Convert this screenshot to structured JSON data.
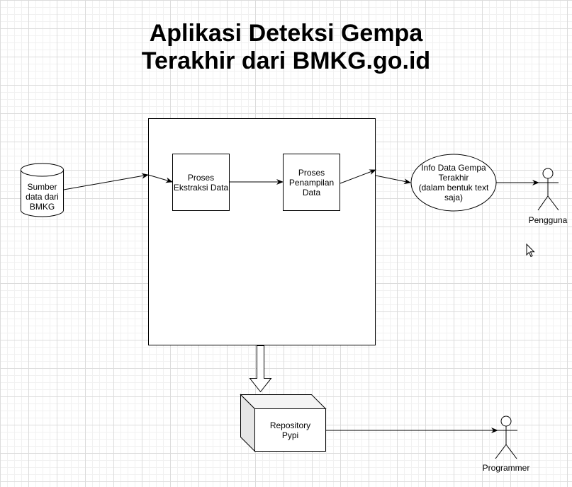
{
  "diagram": {
    "title": [
      "Aplikasi Deteksi Gempa",
      "Terakhir dari BMKG.go.id"
    ],
    "nodes": {
      "source": {
        "shape": "database-cylinder",
        "lines": [
          "Sumber",
          "data dari",
          "BMKG"
        ]
      },
      "extraction": {
        "shape": "rectangle",
        "lines": [
          "Proses",
          "Ekstraksi Data"
        ]
      },
      "display": {
        "shape": "rectangle",
        "lines": [
          "Proses",
          "Penampilan",
          "Data"
        ]
      },
      "output": {
        "shape": "ellipse",
        "lines": [
          "Info Data Gempa",
          "Terakhir",
          "(dalam bentuk text",
          "saja)"
        ]
      },
      "repository": {
        "shape": "3d-box",
        "lines": [
          "Repository",
          "Pypi"
        ]
      },
      "user": {
        "shape": "actor",
        "label": "Pengguna"
      },
      "programmer": {
        "shape": "actor",
        "label": "Programmer"
      }
    },
    "edges": [
      {
        "from": "source",
        "to": "application-boundary",
        "style": "arrow"
      },
      {
        "from": "extraction",
        "to": "display",
        "style": "arrow"
      },
      {
        "from": "display",
        "to": "application-boundary",
        "style": "arrow"
      },
      {
        "from": "application-boundary",
        "to": "output",
        "style": "arrow"
      },
      {
        "from": "output",
        "to": "user",
        "style": "arrow"
      },
      {
        "from": "application-boundary",
        "to": "repository",
        "style": "block-arrow"
      },
      {
        "from": "repository",
        "to": "programmer",
        "style": "arrow"
      }
    ],
    "colors": {
      "stroke": "#000000",
      "background": "#ffffff",
      "grid": "#dcdcdc",
      "box_side": "#e6e6e6"
    }
  },
  "ui": {
    "cursor_icon": "mouse-pointer-icon"
  }
}
